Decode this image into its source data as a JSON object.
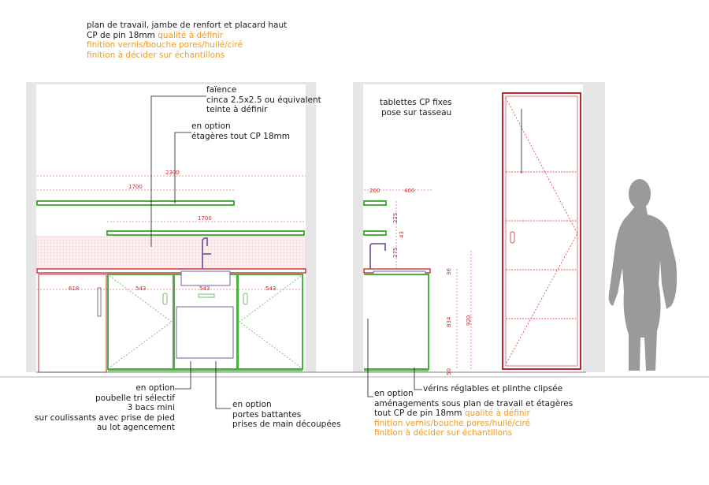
{
  "header_note": {
    "line1": "plan de travail, jambe de renfort et placard haut",
    "line2_black": "CP de pin 18mm",
    "line2_orange": "qualité à définir",
    "line3": "finition vernis/bouche pores/huilé/ciré",
    "line4": "finition à décider sur échantillons"
  },
  "faience_note": {
    "line1": "faïence",
    "line2": "cinca 2.5x2.5 ou équivalent",
    "line3": "teinte à définir"
  },
  "shelves_note": {
    "line1": "en option",
    "line2": "étagères tout CP 18mm"
  },
  "tablettes_note": {
    "line1": "tablettes CP fixes",
    "line2": "pose sur tasseau"
  },
  "poubelle_note": {
    "line1": "en option",
    "line2": "poubelle tri sélectif",
    "line3": "3 bacs mini",
    "line4": "sur coulissants avec prise de pied",
    "line5": "au lot agencement"
  },
  "portes_note": {
    "line1": "en option",
    "line2": "portes battantes",
    "line3": "prises de main découpées"
  },
  "verins_note": {
    "line1": "vérins réglables et plinthe clipsée"
  },
  "amenagements_note": {
    "line1": "en option",
    "line2": "aménagements sous plan de travail et étagères",
    "line3_black": "tout CP de pin 18mm",
    "line3_orange": "qualité à définir",
    "line4": "finition vernis/bouche pores/huilé/ciré",
    "line5": "finition à décider sur échantillons"
  },
  "dimensions": {
    "front_2300": "2300",
    "front_1700_top": "1700",
    "front_1700_lower": "1700",
    "front_618": "618",
    "front_543_a": "543",
    "front_543_b": "543",
    "front_543_c": "543",
    "side_200": "200",
    "side_400": "400",
    "side_225": "225",
    "side_43": "43",
    "side_275": "275",
    "side_36": "36",
    "side_834": "834",
    "side_920": "920",
    "side_50": "50"
  },
  "colors": {
    "accent_orange": "#f29a1f",
    "cabinet_green": "#4caf3f",
    "tall_cabinet_red": "#c0262c",
    "dimension_red": "#d9262b",
    "wall_grey": "#e6e6e6",
    "tile_pink": "#f2dcdc",
    "person_grey": "#9a9a9a"
  }
}
